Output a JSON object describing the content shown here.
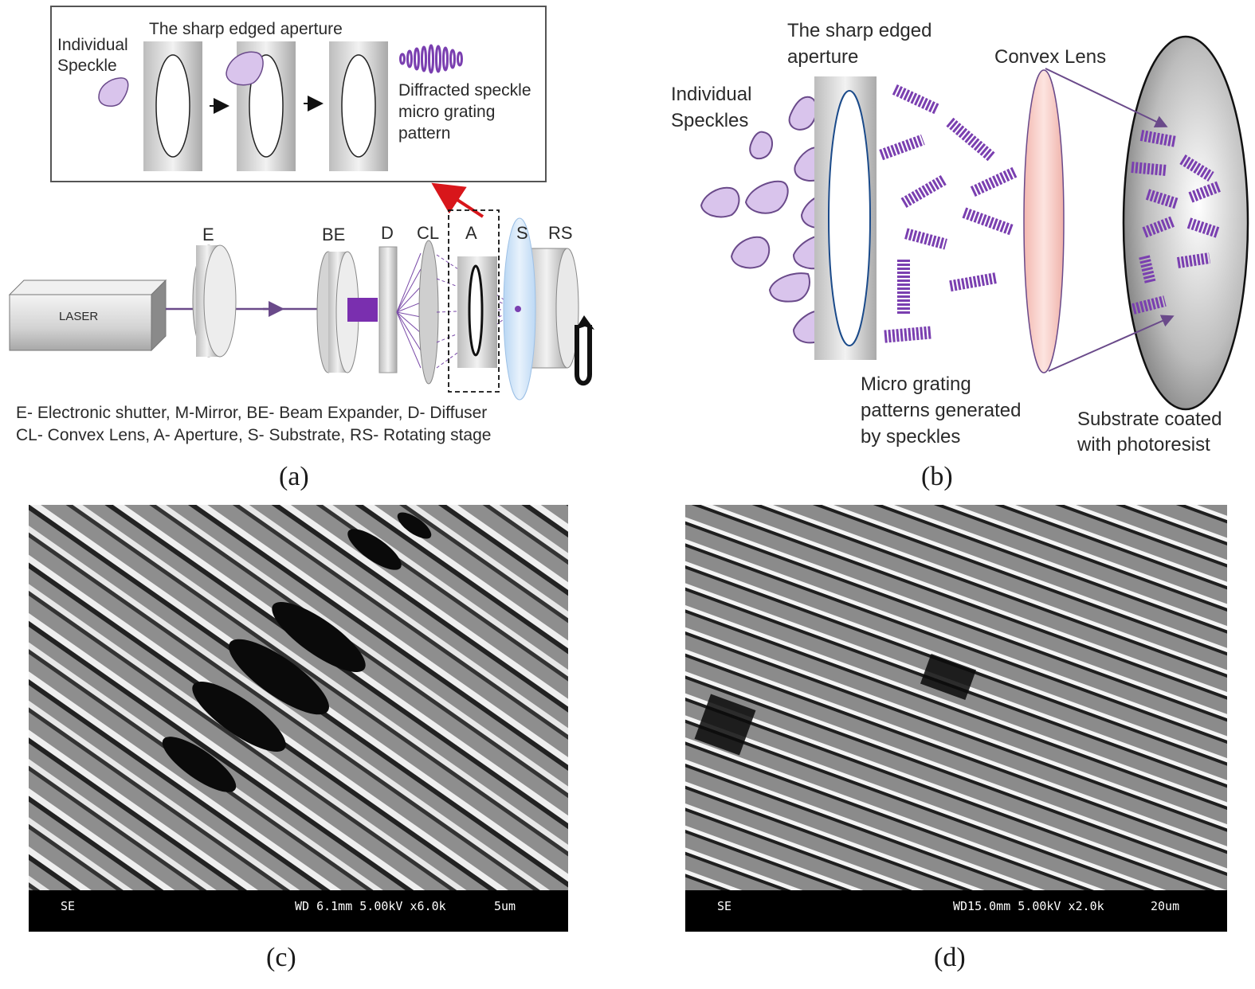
{
  "panel_a": {
    "inset": {
      "individual_speckle": "Individual\nSpeckle",
      "aperture_title": "The sharp edged aperture",
      "diffracted_label": "Diffracted speckle\nmicro grating\npattern"
    },
    "components": {
      "laser": "LASER",
      "e": "E",
      "be": "BE",
      "d": "D",
      "cl": "CL",
      "a": "A",
      "s": "S",
      "rs": "RS"
    },
    "legend_line1": "E- Electronic shutter, M-Mirror, BE- Beam Expander, D- Diffuser",
    "legend_line2": "CL- Convex Lens, A- Aperture, S- Substrate, RS- Rotating stage",
    "caption": "(a)"
  },
  "panel_b": {
    "aperture_title": "The sharp edged\naperture",
    "individual_speckles": "Individual\nSpeckles",
    "convex_lens": "Convex Lens",
    "micro_grating": "Micro grating\npatterns generated\nby speckles",
    "substrate": "Substrate coated\nwith photoresist",
    "caption": "(b)"
  },
  "panel_c": {
    "sem_mode": "SE",
    "sem_params": "WD 6.1mm 5.00kV x6.0k",
    "scale": "5um",
    "caption": "(c)"
  },
  "panel_d": {
    "sem_mode": "SE",
    "sem_params": "WD15.0mm 5.00kV x2.0k",
    "scale": "20um",
    "caption": "(d)"
  },
  "colors": {
    "speckle_fill": "#d9c4ec",
    "speckle_stroke": "#6a4a8a",
    "grating_purple": "#7a3fb0",
    "aperture_gray": "#d8d8d8",
    "lens_pink": "#f6c9c4",
    "substrate_blue": "#cfe3f7",
    "arrow_red": "#d8161b"
  }
}
